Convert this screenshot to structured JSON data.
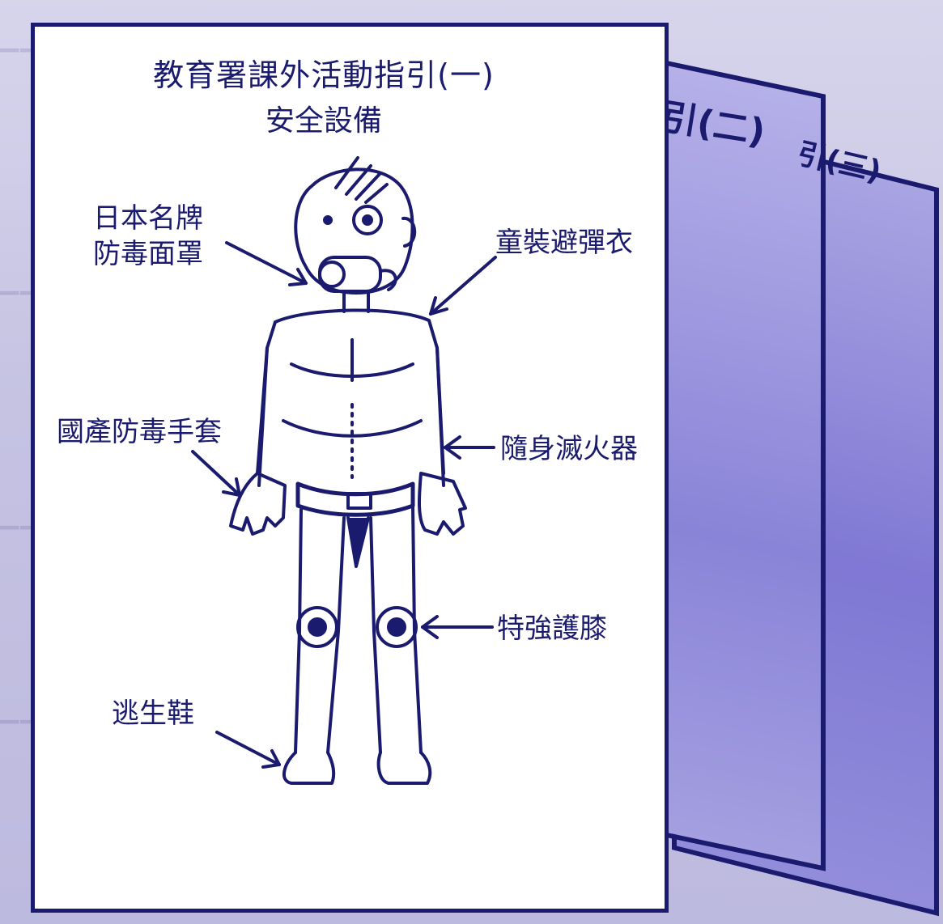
{
  "card": {
    "title": "教育署課外活動指引(一)",
    "subtitle": "安全設備"
  },
  "labels": {
    "gas_mask_line1": "日本名牌",
    "gas_mask_line2": "防毒面罩",
    "bulletproof_vest": "童裝避彈衣",
    "gloves": "國產防毒手套",
    "extinguisher": "隨身滅火器",
    "knee_pads": "特強護膝",
    "shoes": "逃生鞋"
  },
  "back_sheets": {
    "second": "引(二)",
    "third": "引(三)"
  },
  "colors": {
    "ink": "#1a1a6e",
    "sheet_blue": "#7f78d4",
    "background": "#c9c6e4"
  }
}
